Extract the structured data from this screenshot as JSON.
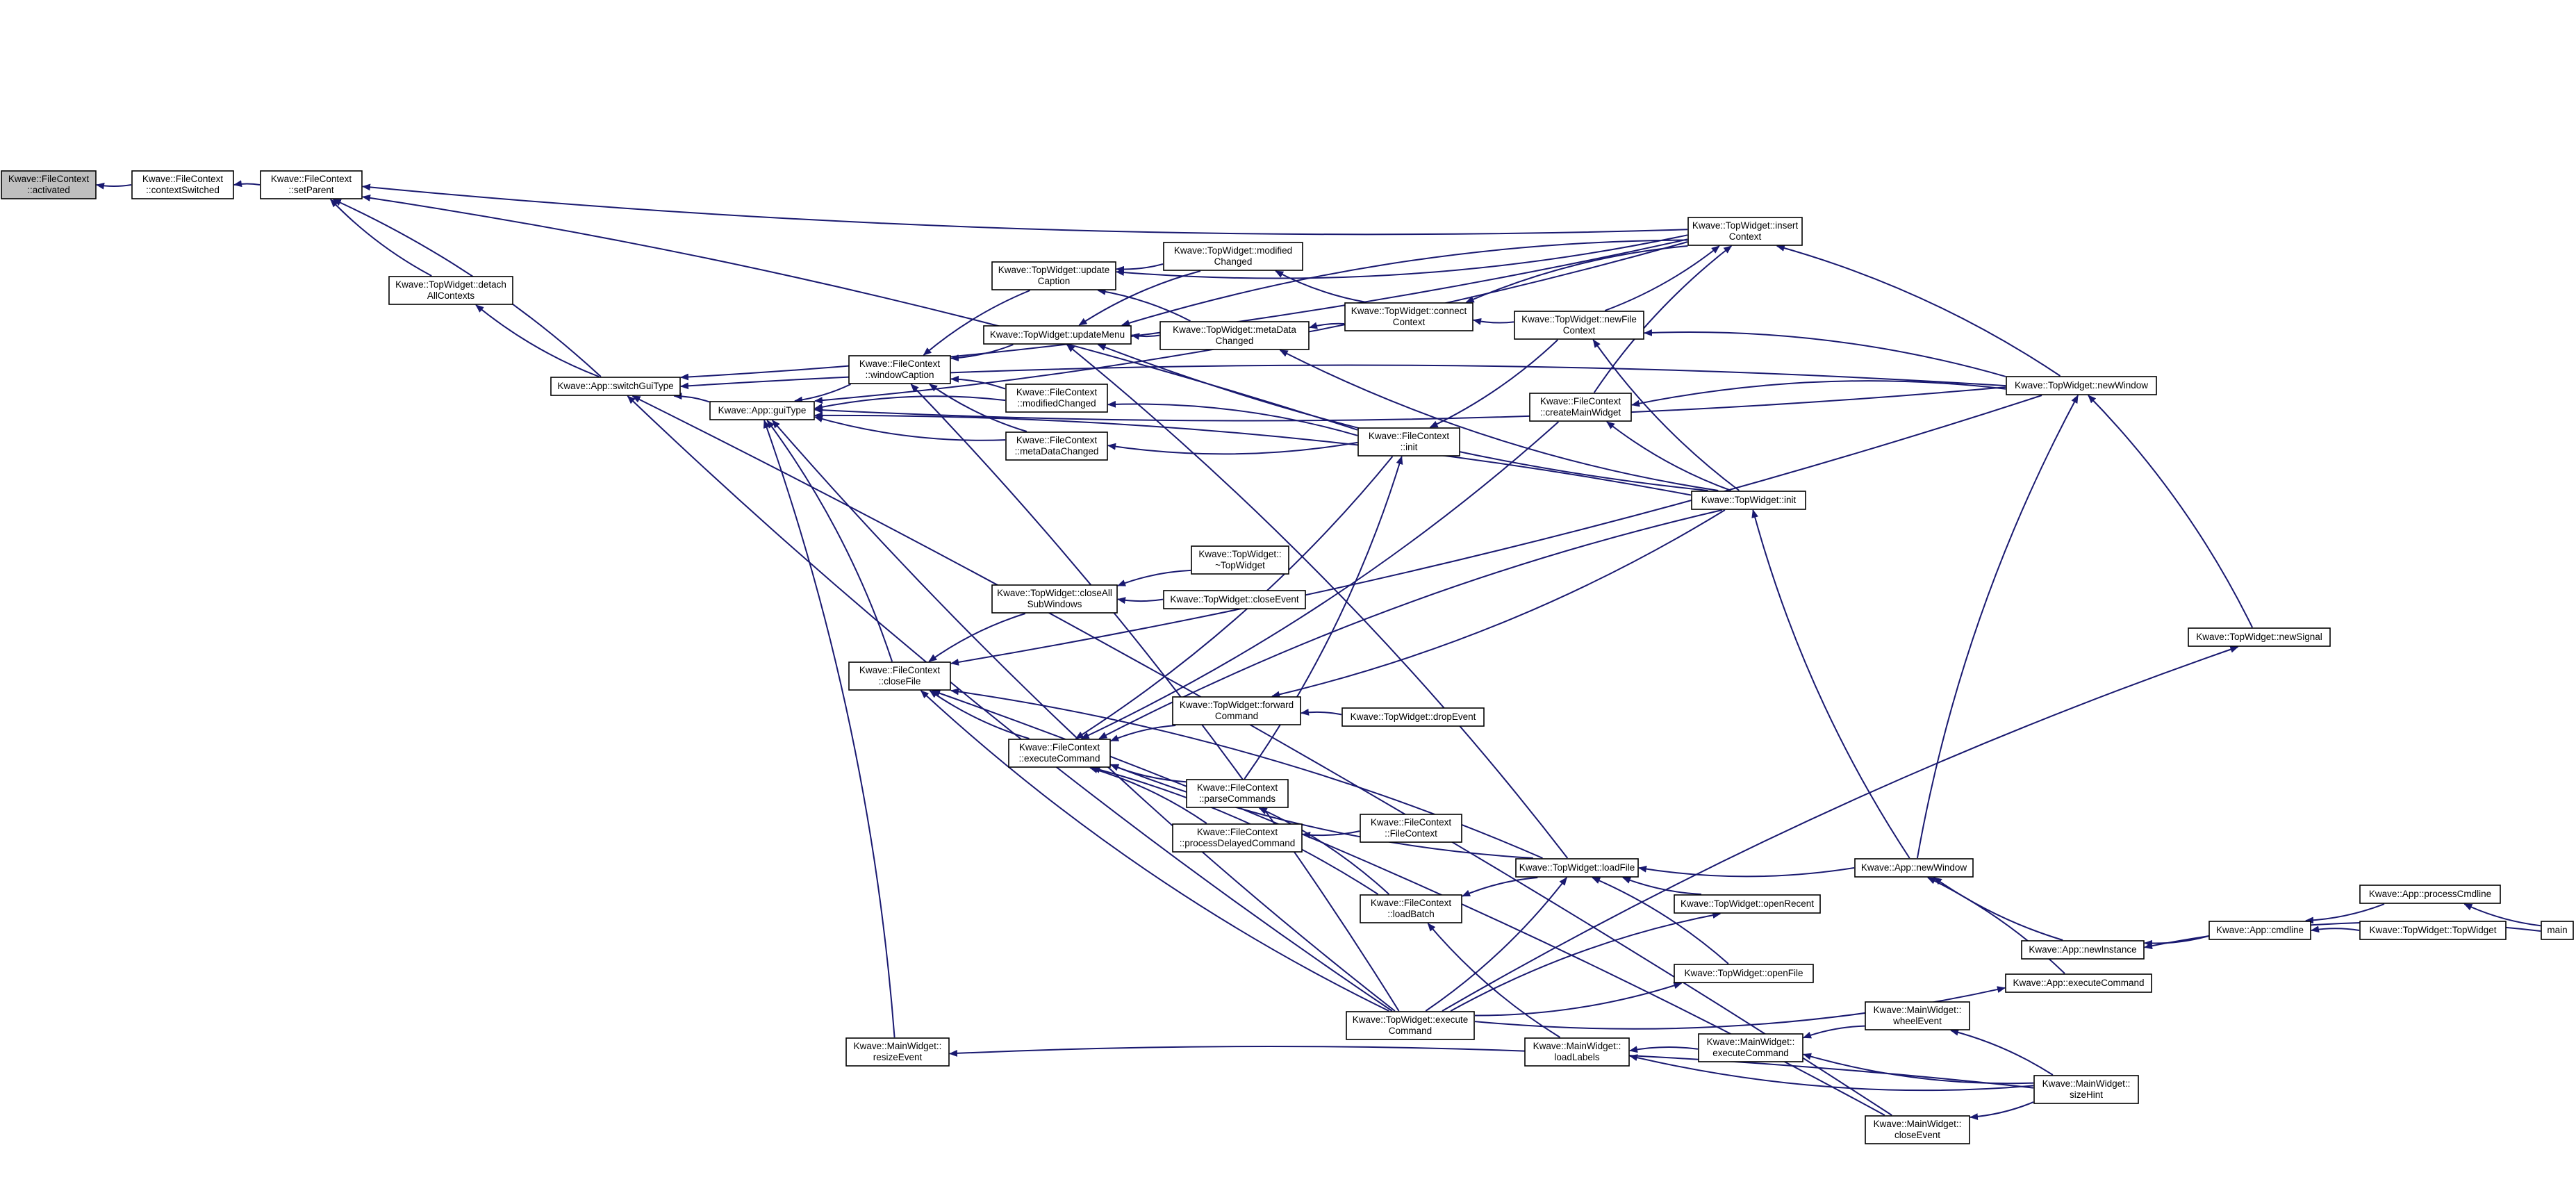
{
  "diagram": {
    "nodes": [
      {
        "id": "fc_activated",
        "lines": [
          "Kwave::FileContext",
          "::activated"
        ],
        "focus": true
      },
      {
        "id": "fc_contextSwitched",
        "lines": [
          "Kwave::FileContext",
          "::contextSwitched"
        ]
      },
      {
        "id": "fc_setParent",
        "lines": [
          "Kwave::FileContext",
          "::setParent"
        ]
      },
      {
        "id": "tw_detachAllContexts",
        "lines": [
          "Kwave::TopWidget::detach",
          "AllContexts"
        ]
      },
      {
        "id": "app_switchGuiType",
        "lines": [
          "Kwave::App::switchGuiType"
        ]
      },
      {
        "id": "app_guiType",
        "lines": [
          "Kwave::App::guiType"
        ]
      },
      {
        "id": "fc_windowCaption",
        "lines": [
          "Kwave::FileContext",
          "::windowCaption"
        ]
      },
      {
        "id": "tw_updateCaption",
        "lines": [
          "Kwave::TopWidget::update",
          "Caption"
        ]
      },
      {
        "id": "tw_updateMenu",
        "lines": [
          "Kwave::TopWidget::updateMenu"
        ]
      },
      {
        "id": "tw_modifiedChanged",
        "lines": [
          "Kwave::TopWidget::modified",
          "Changed"
        ]
      },
      {
        "id": "tw_metaDataChanged",
        "lines": [
          "Kwave::TopWidget::metaData",
          "Changed"
        ]
      },
      {
        "id": "fc_modifiedChanged",
        "lines": [
          "Kwave::FileContext",
          "::modifiedChanged"
        ]
      },
      {
        "id": "fc_metaDataChanged",
        "lines": [
          "Kwave::FileContext",
          "::metaDataChanged"
        ]
      },
      {
        "id": "tw_connectContext",
        "lines": [
          "Kwave::TopWidget::connect",
          "Context"
        ]
      },
      {
        "id": "tw_insertContext",
        "lines": [
          "Kwave::TopWidget::insert",
          "Context"
        ]
      },
      {
        "id": "tw_newFileContext",
        "lines": [
          "Kwave::TopWidget::newFile",
          "Context"
        ]
      },
      {
        "id": "fc_createMainWidget",
        "lines": [
          "Kwave::FileContext",
          "::createMainWidget"
        ]
      },
      {
        "id": "fc_init",
        "lines": [
          "Kwave::FileContext",
          "::init"
        ]
      },
      {
        "id": "tw_init",
        "lines": [
          "Kwave::TopWidget::init"
        ]
      },
      {
        "id": "tw_newWindow",
        "lines": [
          "Kwave::TopWidget::newWindow"
        ]
      },
      {
        "id": "tw_dtor",
        "lines": [
          "Kwave::TopWidget::",
          "~TopWidget"
        ]
      },
      {
        "id": "tw_closeAllSubWindows",
        "lines": [
          "Kwave::TopWidget::closeAll",
          "SubWindows"
        ]
      },
      {
        "id": "tw_closeEvent",
        "lines": [
          "Kwave::TopWidget::closeEvent"
        ]
      },
      {
        "id": "fc_closeFile",
        "lines": [
          "Kwave::FileContext",
          "::closeFile"
        ]
      },
      {
        "id": "tw_forwardCommand",
        "lines": [
          "Kwave::TopWidget::forward",
          "Command"
        ]
      },
      {
        "id": "tw_dropEvent",
        "lines": [
          "Kwave::TopWidget::dropEvent"
        ]
      },
      {
        "id": "tw_newSignal",
        "lines": [
          "Kwave::TopWidget::newSignal"
        ]
      },
      {
        "id": "fc_executeCommand",
        "lines": [
          "Kwave::FileContext",
          "::executeCommand"
        ]
      },
      {
        "id": "fc_parseCommands",
        "lines": [
          "Kwave::FileContext",
          "::parseCommands"
        ]
      },
      {
        "id": "fc_processDelayedCommand",
        "lines": [
          "Kwave::FileContext",
          "::processDelayedCommand"
        ]
      },
      {
        "id": "fc_ctor",
        "lines": [
          "Kwave::FileContext",
          "::FileContext"
        ]
      },
      {
        "id": "tw_loadFile",
        "lines": [
          "Kwave::TopWidget::loadFile"
        ]
      },
      {
        "id": "app_newWindow",
        "lines": [
          "Kwave::App::newWindow"
        ]
      },
      {
        "id": "fc_loadBatch",
        "lines": [
          "Kwave::FileContext",
          "::loadBatch"
        ]
      },
      {
        "id": "tw_openRecent",
        "lines": [
          "Kwave::TopWidget::openRecent"
        ]
      },
      {
        "id": "app_processCmdline",
        "lines": [
          "Kwave::App::processCmdline"
        ]
      },
      {
        "id": "app_cmdline",
        "lines": [
          "Kwave::App::cmdline"
        ]
      },
      {
        "id": "tw_ctor",
        "lines": [
          "Kwave::TopWidget::TopWidget"
        ]
      },
      {
        "id": "main",
        "lines": [
          "main"
        ]
      },
      {
        "id": "app_newInstance",
        "lines": [
          "Kwave::App::newInstance"
        ]
      },
      {
        "id": "tw_openFile",
        "lines": [
          "Kwave::TopWidget::openFile"
        ]
      },
      {
        "id": "app_executeCommand",
        "lines": [
          "Kwave::App::executeCommand"
        ]
      },
      {
        "id": "tw_executeCommand",
        "lines": [
          "Kwave::TopWidget::execute",
          "Command"
        ]
      },
      {
        "id": "mw_resizeEvent",
        "lines": [
          "Kwave::MainWidget::",
          "resizeEvent"
        ]
      },
      {
        "id": "mw_loadLabels",
        "lines": [
          "Kwave::MainWidget::",
          "loadLabels"
        ]
      },
      {
        "id": "mw_executeCommand",
        "lines": [
          "Kwave::MainWidget::",
          "executeCommand"
        ]
      },
      {
        "id": "mw_wheelEvent",
        "lines": [
          "Kwave::MainWidget::",
          "wheelEvent"
        ]
      },
      {
        "id": "mw_sizeHint",
        "lines": [
          "Kwave::MainWidget::",
          "sizeHint"
        ]
      },
      {
        "id": "mw_closeEvent",
        "lines": [
          "Kwave::MainWidget::",
          "closeEvent"
        ]
      }
    ],
    "edges": [
      [
        "fc_contextSwitched",
        "fc_activated"
      ],
      [
        "fc_setParent",
        "fc_contextSwitched"
      ],
      [
        "tw_detachAllContexts",
        "fc_setParent"
      ],
      [
        "app_switchGuiType",
        "fc_setParent"
      ],
      [
        "tw_insertContext",
        "fc_setParent"
      ],
      [
        "fc_init",
        "fc_setParent"
      ],
      [
        "app_switchGuiType",
        "tw_detachAllContexts"
      ],
      [
        "app_guiType",
        "app_switchGuiType"
      ],
      [
        "tw_insertContext",
        "app_switchGuiType"
      ],
      [
        "tw_newWindow",
        "app_switchGuiType"
      ],
      [
        "tw_executeCommand",
        "app_switchGuiType"
      ],
      [
        "mw_closeEvent",
        "app_switchGuiType"
      ],
      [
        "fc_windowCaption",
        "app_guiType"
      ],
      [
        "fc_modifiedChanged",
        "app_guiType"
      ],
      [
        "fc_metaDataChanged",
        "app_guiType"
      ],
      [
        "fc_closeFile",
        "app_guiType"
      ],
      [
        "tw_insertContext",
        "app_guiType"
      ],
      [
        "tw_init",
        "app_guiType"
      ],
      [
        "tw_newWindow",
        "app_guiType"
      ],
      [
        "mw_resizeEvent",
        "app_guiType"
      ],
      [
        "tw_executeCommand",
        "app_guiType"
      ],
      [
        "tw_updateCaption",
        "fc_windowCaption"
      ],
      [
        "tw_updateMenu",
        "fc_windowCaption"
      ],
      [
        "fc_modifiedChanged",
        "fc_windowCaption"
      ],
      [
        "fc_metaDataChanged",
        "fc_windowCaption"
      ],
      [
        "tw_executeCommand",
        "fc_windowCaption"
      ],
      [
        "tw_modifiedChanged",
        "tw_updateCaption"
      ],
      [
        "tw_metaDataChanged",
        "tw_updateCaption"
      ],
      [
        "tw_insertContext",
        "tw_updateCaption"
      ],
      [
        "tw_modifiedChanged",
        "tw_updateMenu"
      ],
      [
        "tw_metaDataChanged",
        "tw_updateMenu"
      ],
      [
        "tw_insertContext",
        "tw_updateMenu"
      ],
      [
        "tw_init",
        "tw_updateMenu"
      ],
      [
        "tw_loadFile",
        "tw_updateMenu"
      ],
      [
        "tw_connectContext",
        "tw_modifiedChanged"
      ],
      [
        "tw_connectContext",
        "tw_metaDataChanged"
      ],
      [
        "tw_init",
        "tw_metaDataChanged"
      ],
      [
        "fc_init",
        "fc_modifiedChanged"
      ],
      [
        "fc_init",
        "fc_metaDataChanged"
      ],
      [
        "tw_insertContext",
        "tw_connectContext"
      ],
      [
        "tw_newFileContext",
        "tw_connectContext"
      ],
      [
        "tw_newFileContext",
        "tw_insertContext"
      ],
      [
        "fc_createMainWidget",
        "tw_insertContext"
      ],
      [
        "tw_newWindow",
        "tw_insertContext"
      ],
      [
        "tw_init",
        "tw_newFileContext"
      ],
      [
        "tw_newWindow",
        "tw_newFileContext"
      ],
      [
        "tw_init",
        "fc_createMainWidget"
      ],
      [
        "tw_newWindow",
        "fc_createMainWidget"
      ],
      [
        "tw_newFileContext",
        "fc_init"
      ],
      [
        "fc_parseCommands",
        "fc_init"
      ],
      [
        "app_newWindow",
        "tw_init"
      ],
      [
        "tw_newSignal",
        "tw_newWindow"
      ],
      [
        "app_newWindow",
        "tw_newWindow"
      ],
      [
        "tw_closeAllSubWindows",
        "fc_closeFile"
      ],
      [
        "fc_executeCommand",
        "fc_closeFile"
      ],
      [
        "tw_loadFile",
        "fc_closeFile"
      ],
      [
        "tw_executeCommand",
        "fc_closeFile"
      ],
      [
        "mw_closeEvent",
        "fc_closeFile"
      ],
      [
        "tw_newWindow",
        "fc_closeFile"
      ],
      [
        "tw_dtor",
        "tw_closeAllSubWindows"
      ],
      [
        "tw_closeEvent",
        "tw_closeAllSubWindows"
      ],
      [
        "tw_forwardCommand",
        "fc_executeCommand"
      ],
      [
        "fc_parseCommands",
        "fc_executeCommand"
      ],
      [
        "fc_processDelayedCommand",
        "fc_executeCommand"
      ],
      [
        "tw_loadFile",
        "fc_executeCommand"
      ],
      [
        "fc_loadBatch",
        "fc_executeCommand"
      ],
      [
        "fc_init",
        "fc_executeCommand"
      ],
      [
        "tw_init",
        "fc_executeCommand"
      ],
      [
        "fc_createMainWidget",
        "fc_executeCommand"
      ],
      [
        "tw_dropEvent",
        "tw_forwardCommand"
      ],
      [
        "tw_init",
        "tw_forwardCommand"
      ],
      [
        "fc_loadBatch",
        "fc_parseCommands"
      ],
      [
        "fc_ctor",
        "fc_processDelayedCommand"
      ],
      [
        "tw_loadFile",
        "fc_loadBatch"
      ],
      [
        "tw_openRecent",
        "tw_loadFile"
      ],
      [
        "tw_openFile",
        "tw_loadFile"
      ],
      [
        "app_newWindow",
        "tw_loadFile"
      ],
      [
        "tw_executeCommand",
        "tw_loadFile"
      ],
      [
        "app_newInstance",
        "app_newWindow"
      ],
      [
        "app_executeCommand",
        "app_newWindow"
      ],
      [
        "app_cmdline",
        "app_newInstance"
      ],
      [
        "main",
        "app_newInstance"
      ],
      [
        "app_processCmdline",
        "app_cmdline"
      ],
      [
        "tw_ctor",
        "app_cmdline"
      ],
      [
        "main",
        "app_processCmdline"
      ],
      [
        "tw_executeCommand",
        "tw_openFile"
      ],
      [
        "tw_executeCommand",
        "tw_openRecent"
      ],
      [
        "tw_executeCommand",
        "app_executeCommand"
      ],
      [
        "mw_loadLabels",
        "fc_loadBatch"
      ],
      [
        "mw_executeCommand",
        "mw_loadLabels"
      ],
      [
        "mw_sizeHint",
        "mw_loadLabels"
      ],
      [
        "mw_wheelEvent",
        "mw_executeCommand"
      ],
      [
        "mw_sizeHint",
        "mw_executeCommand"
      ],
      [
        "mw_sizeHint",
        "mw_wheelEvent"
      ],
      [
        "mw_sizeHint",
        "mw_closeEvent"
      ],
      [
        "mw_sizeHint",
        "mw_resizeEvent"
      ],
      [
        "tw_executeCommand",
        "tw_newSignal"
      ]
    ]
  }
}
